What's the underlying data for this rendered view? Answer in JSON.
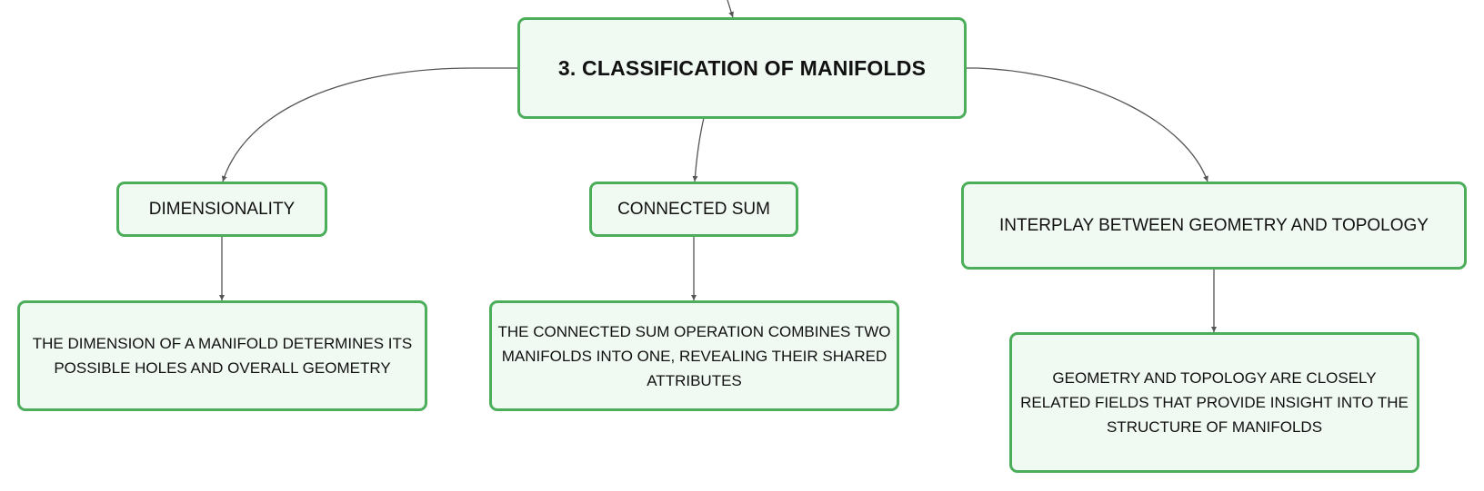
{
  "diagram": {
    "type": "mind-map",
    "accent_border": "#4cae5b",
    "node_fill": "#f1f9f3",
    "connector_color": "#555555",
    "root": {
      "label": "3. CLASSIFICATION OF MANIFOLDS"
    },
    "branches": [
      {
        "label": "DIMENSIONALITY",
        "detail": "THE DIMENSION OF A MANIFOLD DETERMINES ITS POSSIBLE HOLES AND OVERALL GEOMETRY"
      },
      {
        "label": "CONNECTED SUM",
        "detail": "THE CONNECTED SUM OPERATION COMBINES TWO MANIFOLDS INTO ONE, REVEALING THEIR SHARED ATTRIBUTES"
      },
      {
        "label": "INTERPLAY BETWEEN GEOMETRY AND TOPOLOGY",
        "detail": "GEOMETRY AND TOPOLOGY ARE CLOSELY RELATED FIELDS THAT PROVIDE INSIGHT INTO THE STRUCTURE OF MANIFOLDS"
      }
    ]
  }
}
